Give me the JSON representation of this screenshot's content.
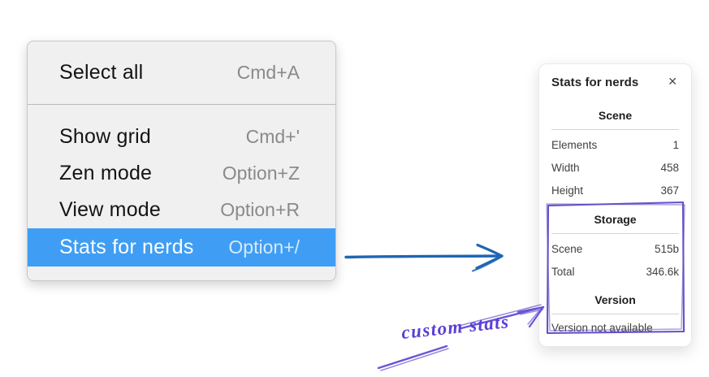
{
  "context_menu": {
    "items": [
      {
        "label": "Select all",
        "shortcut": "Cmd+A"
      },
      {
        "label": "Show grid",
        "shortcut": "Cmd+'"
      },
      {
        "label": "Zen mode",
        "shortcut": "Option+Z"
      },
      {
        "label": "View mode",
        "shortcut": "Option+R"
      },
      {
        "label": "Stats for nerds",
        "shortcut": "Option+/",
        "selected": true
      }
    ],
    "highlight_color": "#3f9ef4"
  },
  "stats_panel": {
    "title": "Stats for nerds",
    "close_icon": "✕",
    "sections": [
      {
        "header": "Scene",
        "rows": [
          {
            "label": "Elements",
            "value": "1"
          },
          {
            "label": "Width",
            "value": "458"
          },
          {
            "label": "Height",
            "value": "367"
          }
        ]
      },
      {
        "header": "Storage",
        "rows": [
          {
            "label": "Scene",
            "value": "515b"
          },
          {
            "label": "Total",
            "value": "346.6k"
          }
        ]
      },
      {
        "header": "Version",
        "note": "Version not available"
      }
    ]
  },
  "annotations": {
    "custom_stats_label": "custom stats",
    "purple_color": "#6152c8",
    "blue_arrow_color": "#1e66b3"
  }
}
